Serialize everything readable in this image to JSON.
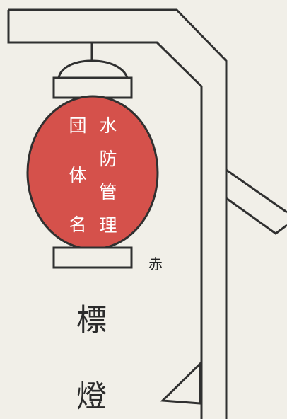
{
  "lantern": {
    "fill_color": "#d5514b",
    "line_color": "#303030",
    "column_right": [
      "水",
      "防",
      "管",
      "理"
    ],
    "column_left": [
      "団",
      "体",
      "名"
    ]
  },
  "labels": {
    "color": "赤",
    "title_line1": "標",
    "title_line2": "燈"
  }
}
